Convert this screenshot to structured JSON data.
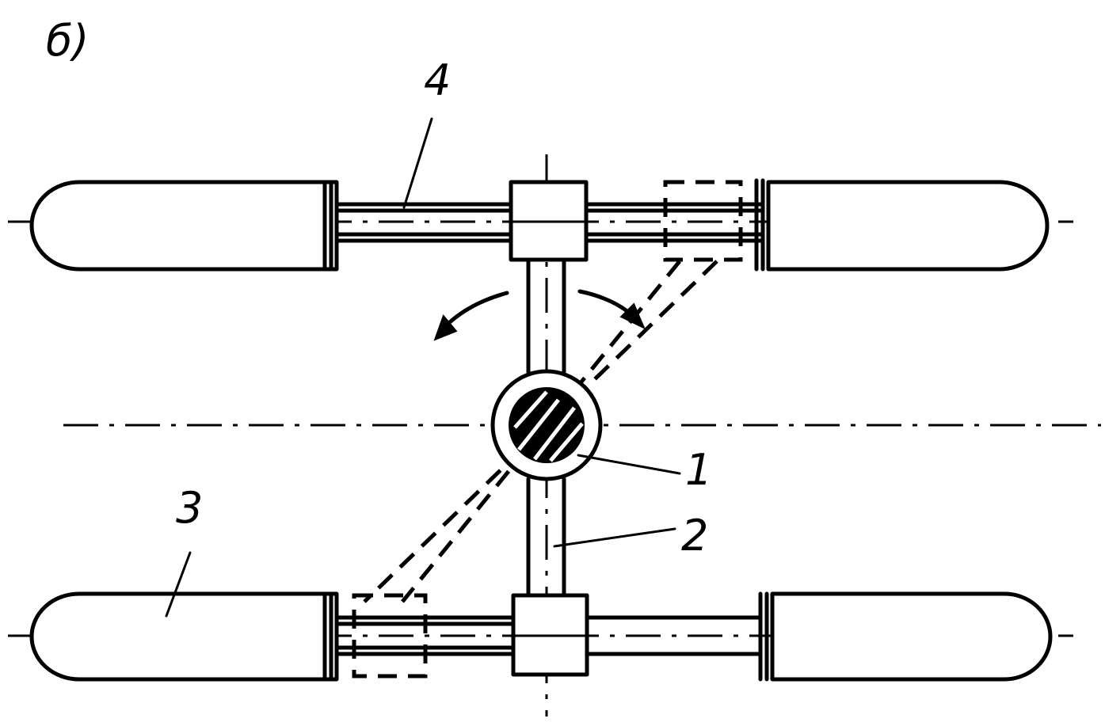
{
  "figure": {
    "panel_label": "б)",
    "labels": {
      "shaft": "1",
      "arm": "2",
      "roller": "3",
      "axle": "4"
    }
  }
}
